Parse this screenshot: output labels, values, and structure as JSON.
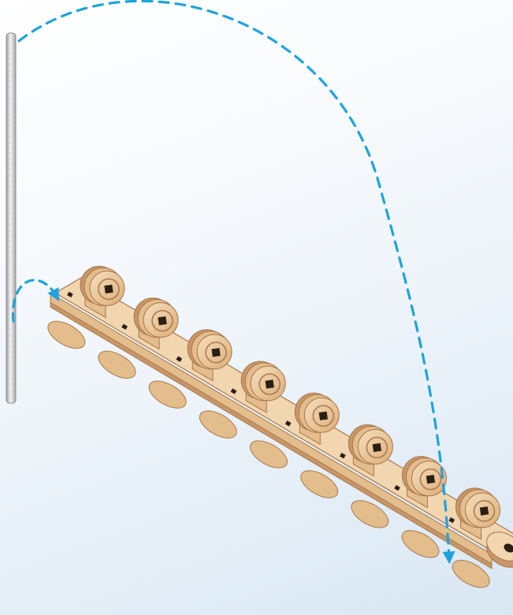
{
  "colors": {
    "background_top": "#ffffff",
    "background_bottom": "#d9e7f3",
    "wood_light": "#f1d6b0",
    "wood_mid": "#e4bd8c",
    "wood_dark": "#c89767",
    "wood_edge": "#a8774d",
    "slot": "#2b1e14",
    "rod": "#c9c9c9",
    "arrow": "#1ea3dc"
  },
  "diagram": {
    "parts": [
      {
        "name": "metal-rod",
        "count": 1
      },
      {
        "name": "wooden-rail",
        "count": 1
      },
      {
        "name": "rail-bearing",
        "count": 8
      }
    ],
    "arrows": [
      {
        "name": "rod-top-to-last-bearing",
        "style": "dashed"
      },
      {
        "name": "rod-bottom-to-first-bearing",
        "style": "dashed"
      }
    ]
  }
}
